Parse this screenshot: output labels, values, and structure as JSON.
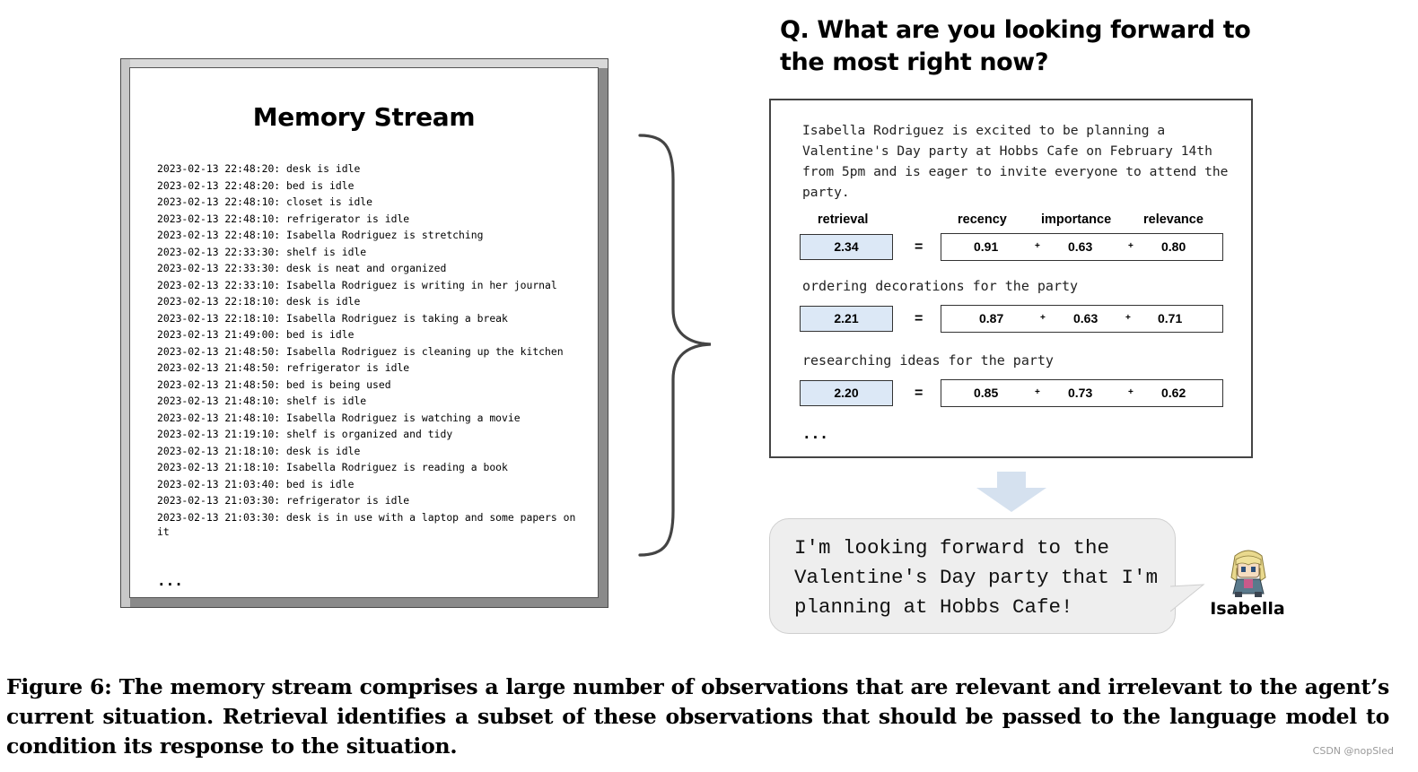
{
  "memory_stream": {
    "title": "Memory Stream",
    "entries": [
      "2023-02-13 22:48:20: desk is idle",
      "2023-02-13 22:48:20: bed is idle",
      "2023-02-13 22:48:10: closet is idle",
      "2023-02-13 22:48:10: refrigerator is idle",
      "2023-02-13 22:48:10: Isabella Rodriguez is stretching",
      "2023-02-13 22:33:30: shelf is idle",
      "2023-02-13 22:33:30: desk is neat and organized",
      "2023-02-13 22:33:10: Isabella Rodriguez is writing in her journal",
      "2023-02-13 22:18:10: desk is idle",
      "2023-02-13 22:18:10: Isabella Rodriguez is taking a break",
      "2023-02-13 21:49:00: bed is idle",
      "2023-02-13 21:48:50: Isabella Rodriguez is cleaning up the kitchen",
      "2023-02-13 21:48:50: refrigerator is idle",
      "2023-02-13 21:48:50: bed is being used",
      "2023-02-13 21:48:10: shelf is idle",
      "2023-02-13 21:48:10: Isabella Rodriguez is watching a movie",
      "2023-02-13 21:19:10: shelf is organized and tidy",
      "2023-02-13 21:18:10: desk is idle",
      "2023-02-13 21:18:10: Isabella Rodriguez is reading a book",
      "2023-02-13 21:03:40: bed is idle",
      "2023-02-13 21:03:30: refrigerator is idle",
      "2023-02-13 21:03:30: desk is in use with a laptop and some papers on it"
    ],
    "ellipsis": "..."
  },
  "question": "Q. What are you looking forward to the most right now?",
  "retrieval_box": {
    "memory_text": "Isabella Rodriguez is excited to be planning a Valentine's Day party at Hobbs Cafe on February 14th from 5pm and is eager to invite everyone to attend the party.",
    "headers": {
      "retrieval": "retrieval",
      "recency": "recency",
      "importance": "importance",
      "relevance": "relevance"
    },
    "equals": "=",
    "plus": "+",
    "rows": [
      {
        "label": "",
        "retrieval": "2.34",
        "recency": "0.91",
        "importance": "0.63",
        "relevance": "0.80"
      },
      {
        "label": "ordering decorations for the party",
        "retrieval": "2.21",
        "recency": "0.87",
        "importance": "0.63",
        "relevance": "0.71"
      },
      {
        "label": "researching ideas for the party",
        "retrieval": "2.20",
        "recency": "0.85",
        "importance": "0.73",
        "relevance": "0.62"
      }
    ],
    "ellipsis": "..."
  },
  "response": {
    "text": "I'm looking forward to the Valentine's Day party that I'm planning at Hobbs Cafe!",
    "agent_name": "Isabella"
  },
  "caption": "Figure 6: The memory stream comprises a large number of observations that are relevant and irrelevant to the agent’s current situation. Retrieval identifies a subset of these observations that should be passed to the language model to condition its response to the situation.",
  "watermark": "CSDN @nopSled",
  "colors": {
    "retrieval_fill": "#dce8f6",
    "arrow_fill": "#d5e1ef",
    "bubble_fill": "#eeeeee"
  }
}
